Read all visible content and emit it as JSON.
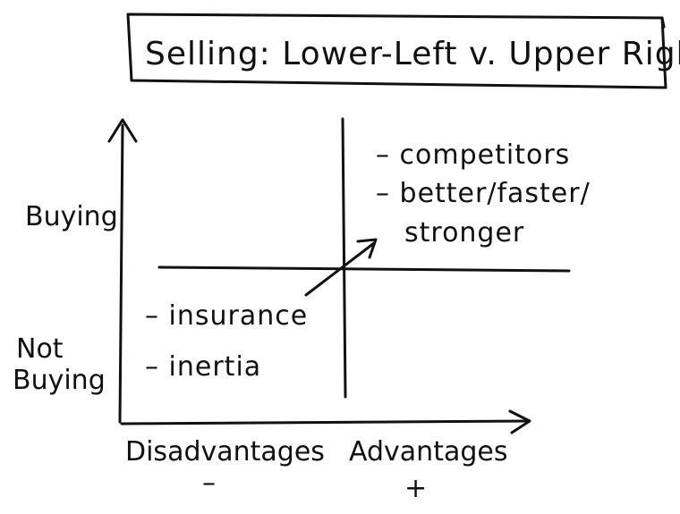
{
  "title": "Selling: Lower-Left v. Upper Right",
  "y_axis": {
    "top_label": "Buying",
    "bottom_label_line1": "Not",
    "bottom_label_line2": "Buying"
  },
  "x_axis": {
    "left_label": "Disadvantages",
    "left_sign": "–",
    "right_label": "Advantages",
    "right_sign": "+"
  },
  "upper_right": {
    "items": [
      "– competitors",
      "– better/faster/",
      "stronger"
    ]
  },
  "lower_left": {
    "items": [
      "– insurance",
      "– inertia"
    ]
  }
}
